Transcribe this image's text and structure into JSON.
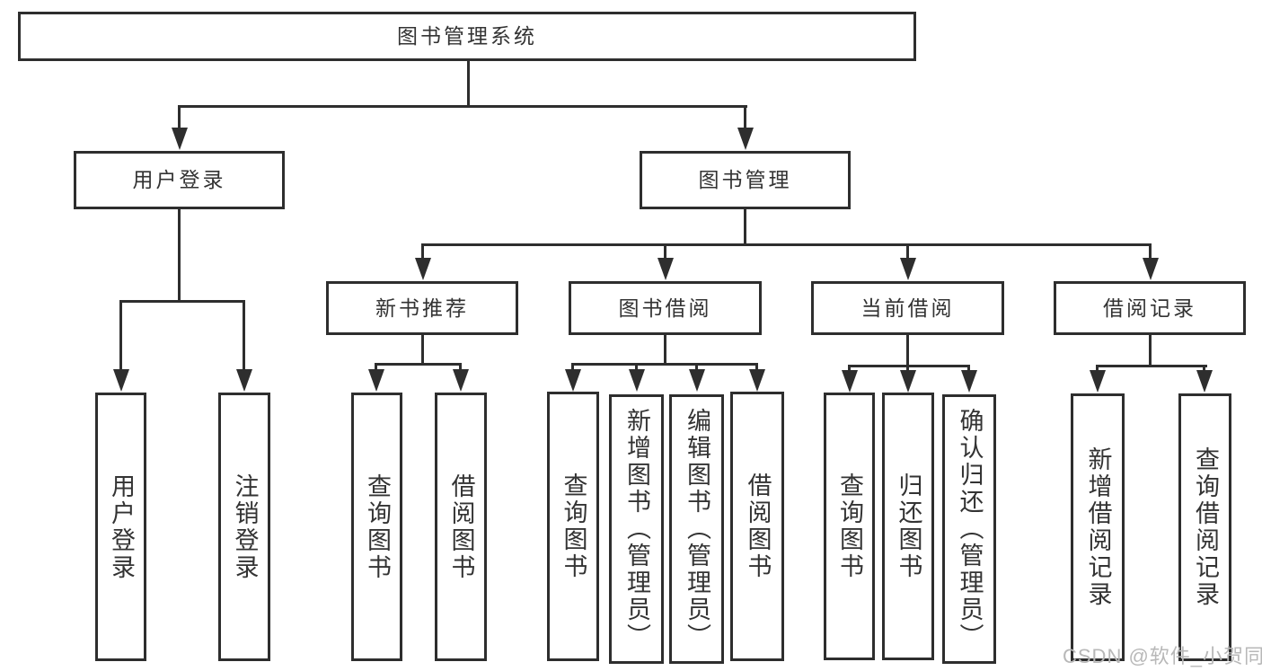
{
  "diagram": {
    "root": {
      "label": "图书管理系统"
    },
    "level2": {
      "user_login": {
        "label": "用户登录"
      },
      "book_management": {
        "label": "图书管理"
      }
    },
    "level3": {
      "new_book_recommend": {
        "label": "新书推荐"
      },
      "book_borrow": {
        "label": "图书借阅"
      },
      "current_borrow": {
        "label": "当前借阅"
      },
      "borrow_records": {
        "label": "借阅记录"
      }
    },
    "leaves": {
      "user_login_leaf": {
        "label": "用户登录"
      },
      "logout": {
        "label": "注销登录"
      },
      "rec_query_books": {
        "label": "查询图书"
      },
      "rec_borrow_books": {
        "label": "借阅图书"
      },
      "bb_query_books": {
        "label": "查询图书"
      },
      "bb_add_books": {
        "label": "新增图书（管理员）"
      },
      "bb_edit_books": {
        "label": "编辑图书（管理员）"
      },
      "bb_borrow_books": {
        "label": "借阅图书"
      },
      "cb_query_books": {
        "label": "查询图书"
      },
      "cb_return_books": {
        "label": "归还图书"
      },
      "cb_confirm_return": {
        "label": "确认归还（管理员）"
      },
      "br_add_record": {
        "label": "新增借阅记录"
      },
      "br_query_record": {
        "label": "查询借阅记录"
      }
    }
  },
  "watermark": {
    "text": "CSDN @软件_小贺同学"
  },
  "colors": {
    "line": "#2e2e2e",
    "text": "#333333",
    "box_background": "#ffffff",
    "watermark": "#b8b8b8"
  }
}
